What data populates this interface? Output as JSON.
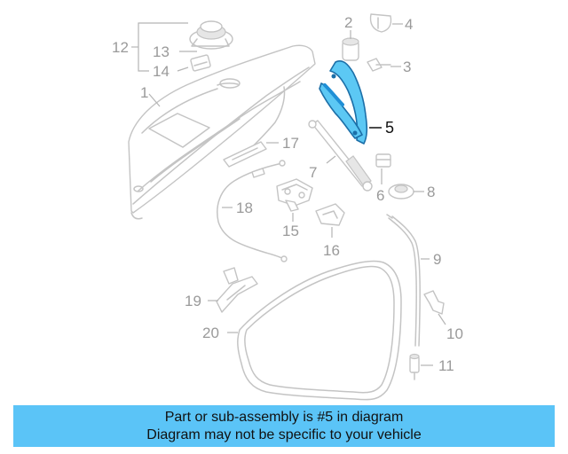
{
  "callouts": {
    "c1": "1",
    "c2": "2",
    "c3": "3",
    "c4": "4",
    "c5": "5",
    "c6": "6",
    "c7": "7",
    "c8": "8",
    "c9": "9",
    "c10": "10",
    "c11": "11",
    "c12": "12",
    "c13": "13",
    "c14": "14",
    "c15": "15",
    "c16": "16",
    "c17": "17",
    "c18": "18",
    "c19": "19",
    "c20": "20"
  },
  "highlighted_part": "5",
  "caption": {
    "line1": "Part or sub-assembly is #5 in diagram",
    "line2": "Diagram may not be specific to your vehicle"
  },
  "colors": {
    "highlight": "#5cc8f4",
    "caption_bar": "#5bc4f7",
    "line_art": "#c4c4c4"
  }
}
